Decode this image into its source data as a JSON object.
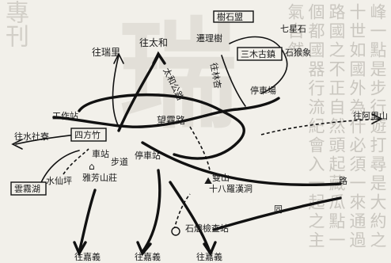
{
  "labels": {
    "shouzhen": "樹石盟",
    "qixingshi": "七星石",
    "huanyuan": "遷理樹",
    "sanmuzhen": "三木古鎮",
    "shihou": "石猴象",
    "to_lilin": "往林杏",
    "to_taihe_top": "往太和",
    "to_ruili": "往瑞里",
    "taihe_road": "太和公路",
    "parking": "停車場",
    "gongzuozhan": "工作站",
    "siliao": "四方竹",
    "xinlu": "望霧路",
    "to_shuishe": "往水社寮",
    "chezhan": "車站",
    "tingche": "停車站",
    "to_ali": "往阿里山",
    "pushi": "步道",
    "shuangshan": "雙山",
    "shiba": "十八羅漢洞",
    "xianxian": "水仙坪",
    "yuanhu": "雲霧湖",
    "yurong": "雅芳山莊",
    "road_right": "路",
    "bottom_right": "同",
    "tongshi": "石燼檢查站",
    "to_gaoyi_1": "往嘉義",
    "to_gaoyi_2": "往嘉義",
    "to_gaoyi_3": "往嘉義"
  },
  "background": {
    "big_char": "瑞",
    "left_text": "專刊",
    "column_text": "峰一點是步行遊打尋是大約之十世如國外為什必須一來通過路國之不正自然頭起藏瓜點一個都國器行流紀會入一起之主氣自然"
  }
}
